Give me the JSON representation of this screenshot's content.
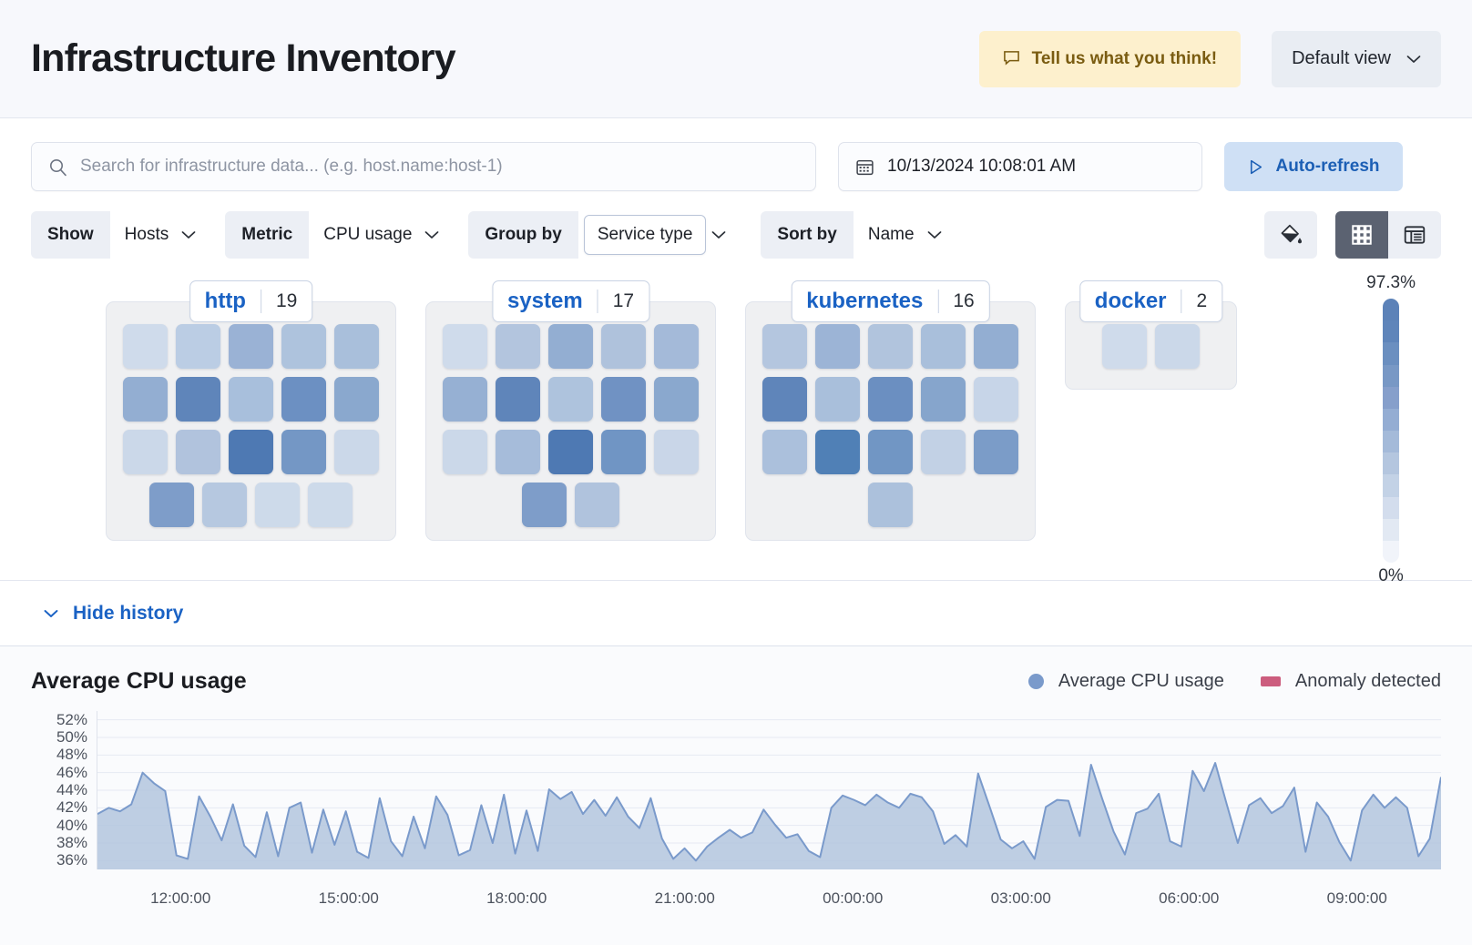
{
  "header": {
    "title": "Infrastructure Inventory",
    "feedback_label": "Tell us what you think!",
    "feedback_icon": "chat-bubble-icon",
    "view_selector_label": "Default view",
    "view_selector_icon": "chevron-down-icon",
    "feedback_bg": "#fdf0cd",
    "feedback_fg": "#7a5c11"
  },
  "toolbar": {
    "search_placeholder": "Search for infrastructure data... (e.g. host.name:host-1)",
    "search_value": "",
    "search_icon": "search-icon",
    "date_value": "10/13/2024 10:08:01 AM",
    "date_icon": "calendar-icon",
    "refresh_label": "Auto-refresh",
    "refresh_icon": "play-icon",
    "refresh_bg": "#cfe0f5",
    "refresh_fg": "#1c5fb5",
    "filters": [
      {
        "label": "Show",
        "value": "Hosts"
      },
      {
        "label": "Metric",
        "value": "CPU usage"
      },
      {
        "label": "Group by",
        "value": "Service type"
      },
      {
        "label": "Sort by",
        "value": "Name"
      }
    ],
    "legend_toggle_icon": "paint-bucket-icon",
    "grid_view_icon": "grid-view-icon",
    "table_view_icon": "table-view-icon",
    "active_view": "grid"
  },
  "waffle": {
    "legend": {
      "max": "97.3%",
      "min": "0%"
    },
    "palette": [
      "#d3dded",
      "#c5d4e8",
      "#b4c7e1",
      "#a6bcda",
      "#94afd2",
      "#89a6cd",
      "#7899c6",
      "#6b8fc0",
      "#5c82b8"
    ],
    "groups": [
      {
        "name": "http",
        "count": "19",
        "rows": [
          [
            "#cfdbeb",
            "#bbcde4",
            "#9ab2d5",
            "#aec3dd",
            "#a9bfdb"
          ],
          [
            "#93aed2",
            "#5f85ba",
            "#a8bfdc",
            "#6c90c2",
            "#8aa8ce"
          ],
          [
            "#cbd8e9",
            "#b1c3dd",
            "#4e79b3",
            "#7497c5",
            "#cbd8e9"
          ],
          [
            "#7e9dc9",
            "#b6c8e0",
            "#cddaea",
            "#cddaea"
          ]
        ]
      },
      {
        "name": "system",
        "count": "17",
        "rows": [
          [
            "#cfdbeb",
            "#b3c5de",
            "#93aed2",
            "#afc2dc",
            "#a4bad9"
          ],
          [
            "#96b0d3",
            "#5f85ba",
            "#aec3dd",
            "#7092c3",
            "#8aa8ce"
          ],
          [
            "#cbd8e9",
            "#a6bcda",
            "#4e79b3",
            "#7095c4",
            "#c9d6e8"
          ],
          [
            "#7e9dc9",
            "#b0c3dd"
          ]
        ]
      },
      {
        "name": "kubernetes",
        "count": "16",
        "rows": [
          [
            "#b4c6df",
            "#9cb4d6",
            "#b1c4dd",
            "#a9bfdb",
            "#93aed2"
          ],
          [
            "#5f85ba",
            "#a9bfdb",
            "#6b8fc1",
            "#86a5cc",
            "#c7d5e8"
          ],
          [
            "#abc0dc",
            "#5080b6",
            "#7196c4",
            "#c2d1e5",
            "#7b9cc8"
          ],
          [
            "#acc1dc"
          ]
        ]
      },
      {
        "name": "docker",
        "count": "2",
        "rows": [
          [
            "#cfdbeb",
            "#cbd8e9"
          ]
        ]
      }
    ]
  },
  "history": {
    "toggle_label": "Hide history",
    "toggle_icon": "chevron-down-icon"
  },
  "chart_data": {
    "type": "area",
    "title": "Average CPU usage",
    "xlabel": "",
    "ylabel": "",
    "ylim": [
      35,
      53
    ],
    "yticks": [
      "36%",
      "38%",
      "40%",
      "42%",
      "44%",
      "46%",
      "48%",
      "50%",
      "52%"
    ],
    "ytick_values": [
      36,
      38,
      40,
      42,
      44,
      46,
      48,
      50,
      52
    ],
    "xticks": [
      "12:00:00",
      "15:00:00",
      "18:00:00",
      "21:00:00",
      "00:00:00",
      "03:00:00",
      "06:00:00",
      "09:00:00"
    ],
    "grid": true,
    "legend_position": "top-right",
    "line_color": "#7a9acb",
    "fill_color": "#b3c5de",
    "series": [
      {
        "name": "Average CPU usage",
        "marker": "circle",
        "color": "#7a9acb",
        "values": [
          41.3,
          42.0,
          41.6,
          42.4,
          46.0,
          44.8,
          43.9,
          36.6,
          36.2,
          43.3,
          41.0,
          38.3,
          42.4,
          37.7,
          36.4,
          41.5,
          36.5,
          42.0,
          42.6,
          36.9,
          41.8,
          37.8,
          41.6,
          37.0,
          36.3,
          43.1,
          38.2,
          36.5,
          41.0,
          37.4,
          43.3,
          41.2,
          36.6,
          37.2,
          42.3,
          38.0,
          43.5,
          36.8,
          41.7,
          37.1,
          44.1,
          43.0,
          43.8,
          41.3,
          42.9,
          41.1,
          43.2,
          41.0,
          39.7,
          43.1,
          38.5,
          36.2,
          37.4,
          36.0,
          37.6,
          38.6,
          39.5,
          38.6,
          39.2,
          41.8,
          40.1,
          38.6,
          39.0,
          37.1,
          36.4,
          42.0,
          43.4,
          42.9,
          42.3,
          43.5,
          42.6,
          42.0,
          43.6,
          43.2,
          41.6,
          37.9,
          38.9,
          37.6,
          45.9,
          42.2,
          38.4,
          37.4,
          38.2,
          36.2,
          42.1,
          42.9,
          42.8,
          38.8,
          46.9,
          43.0,
          39.3,
          36.7,
          41.4,
          41.9,
          43.6,
          38.2,
          37.6,
          46.2,
          43.9,
          47.1,
          42.5,
          38.0,
          42.3,
          43.1,
          41.4,
          42.2,
          44.3,
          37.0,
          42.6,
          41.0,
          38.1,
          36.0,
          41.7,
          43.5,
          42.0,
          43.2,
          42.0,
          36.5,
          38.5,
          45.5
        ]
      },
      {
        "name": "Anomaly detected",
        "marker": "rect",
        "color": "#cc5d7e",
        "values": []
      }
    ]
  }
}
